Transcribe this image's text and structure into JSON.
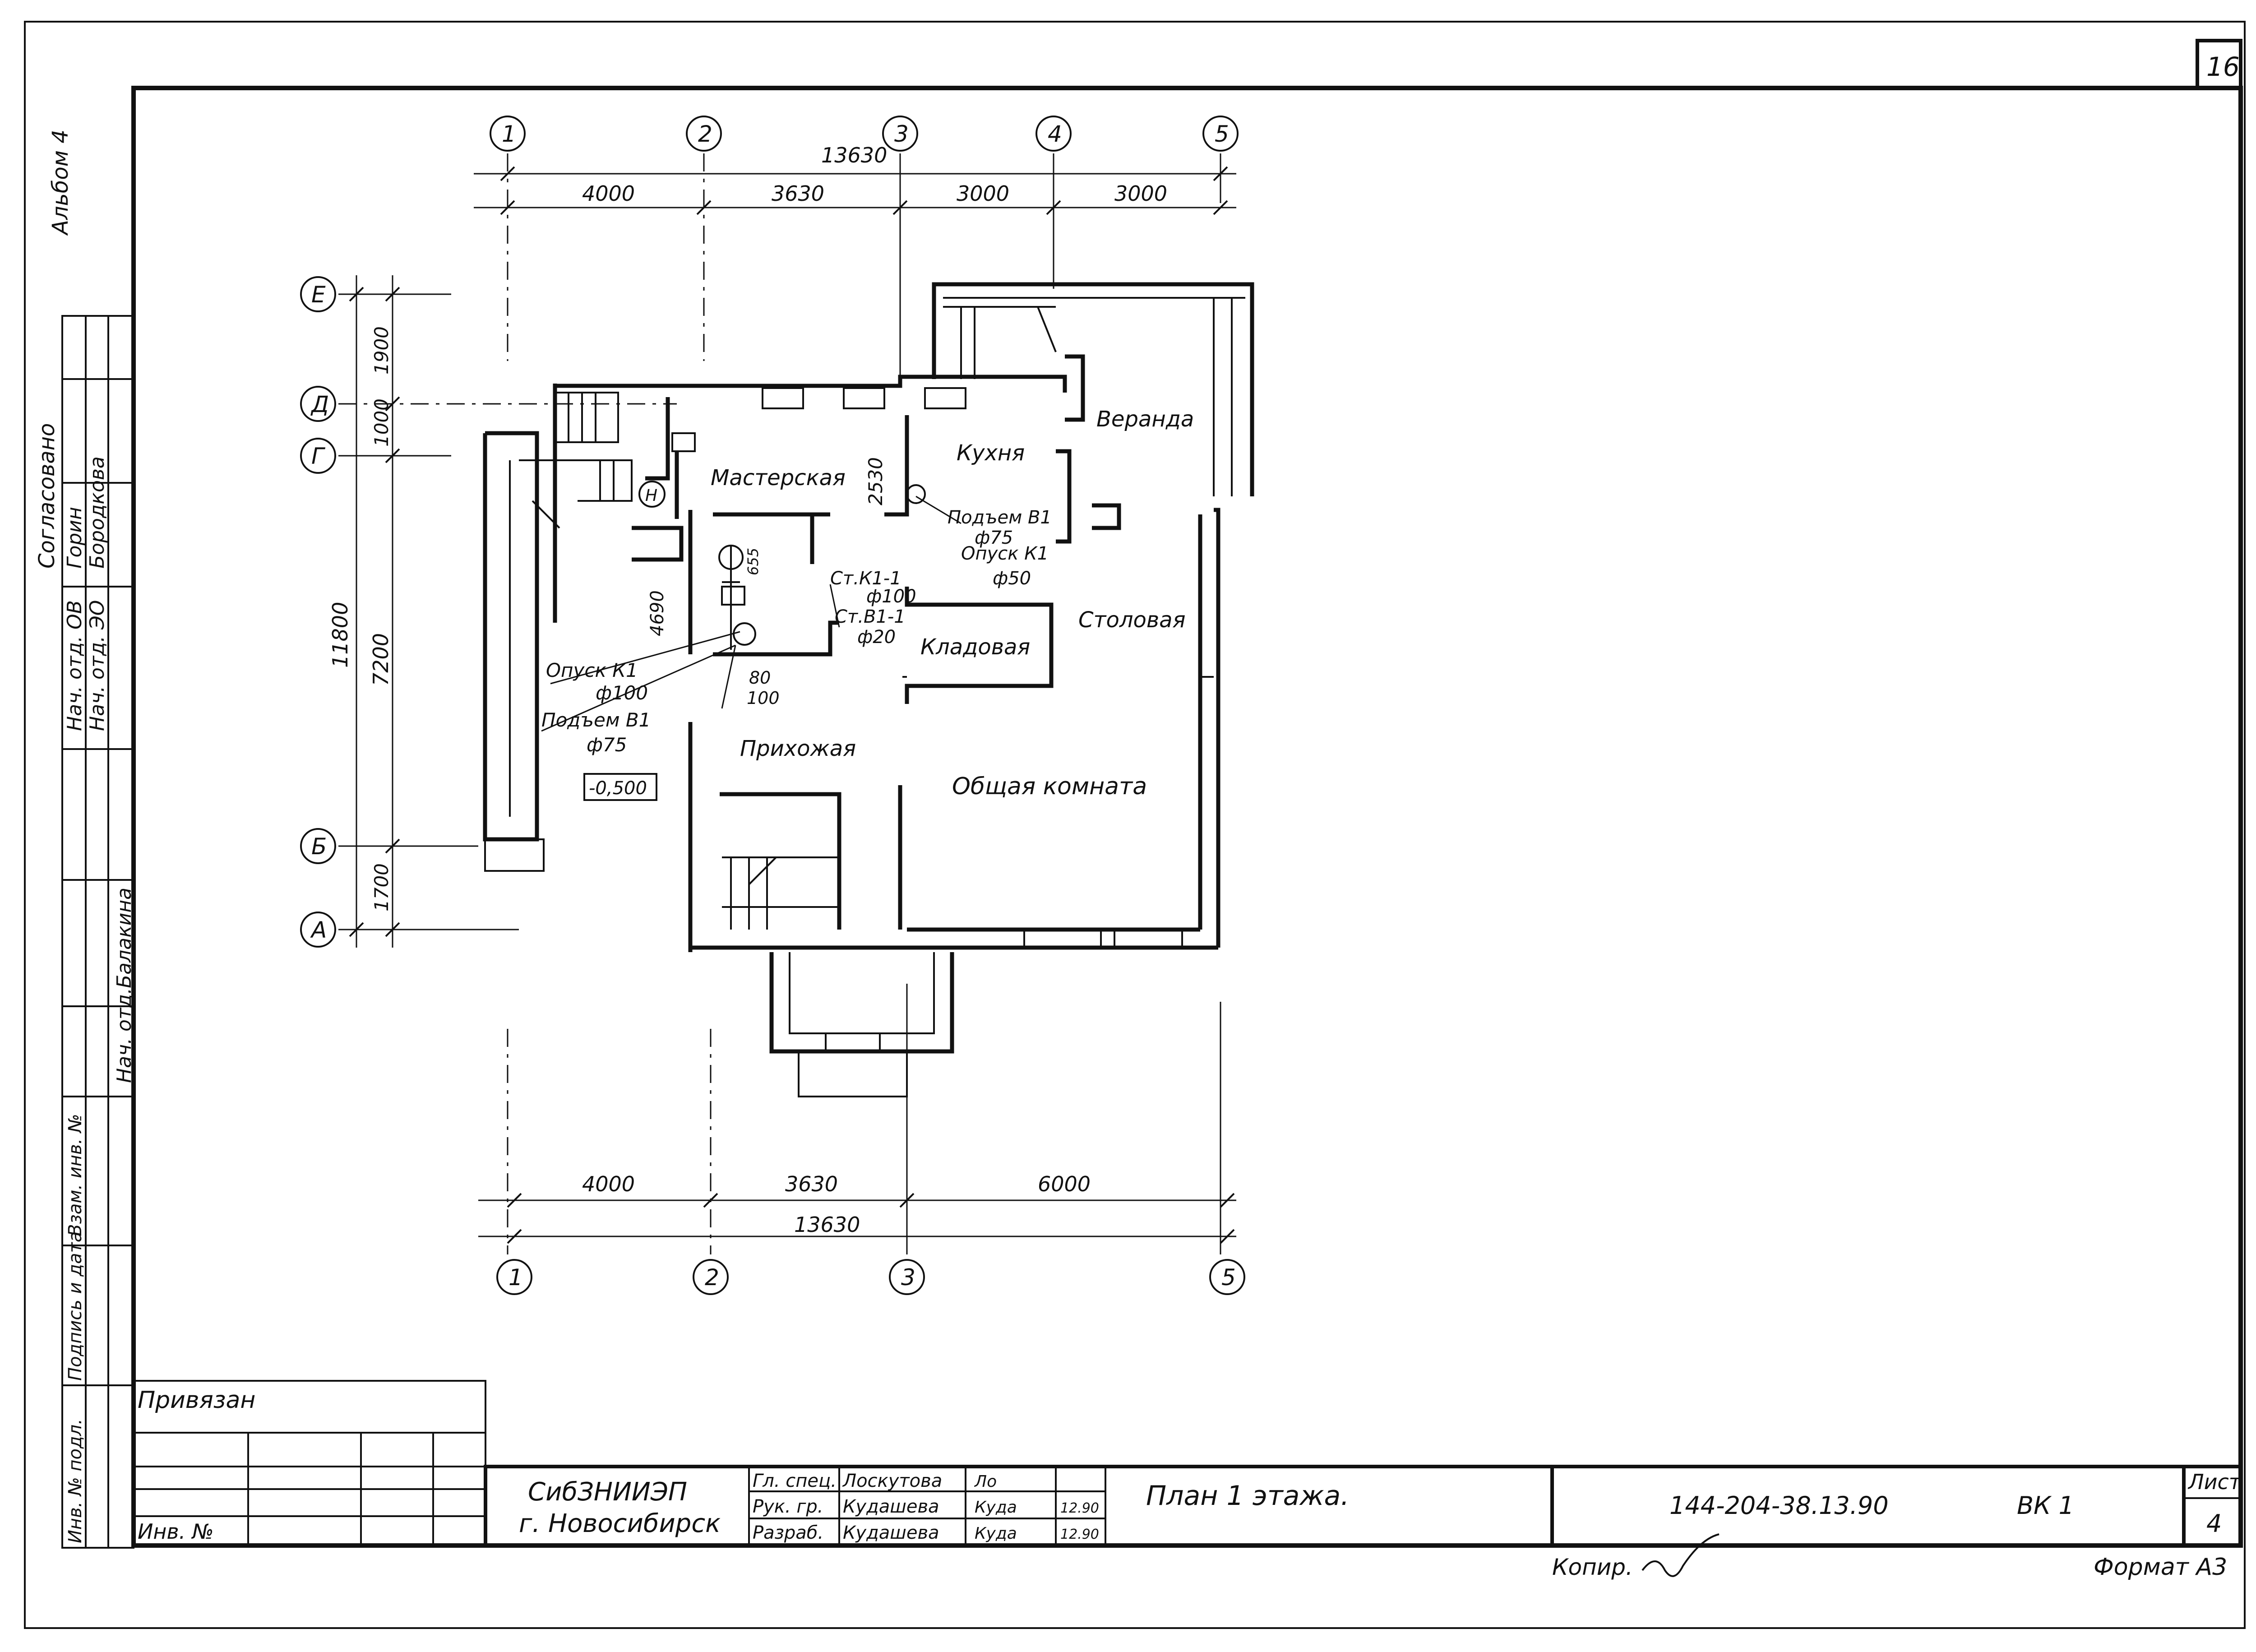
{
  "sheet": {
    "page_number": "16",
    "album_label": "Альбом 4",
    "format_label": "Формат А3",
    "copy_label": "Копир."
  },
  "side_stamp": {
    "agreed": "Согласовано",
    "rows": [
      {
        "role": "Нач. отд. ОВ",
        "name": "Горин"
      },
      {
        "role": "Нач. отд. ЭО",
        "name": "Бородкова"
      },
      {
        "role": "Нач. отд.",
        "name": "Балакина"
      }
    ],
    "columns": [
      "Инв. № подл.",
      "Подпись и дата",
      "Взам. инв. №"
    ]
  },
  "plan": {
    "axes_top": [
      "1",
      "2",
      "3",
      "4",
      "5"
    ],
    "axes_bottom": [
      "1",
      "2",
      "3",
      "5"
    ],
    "axes_left": [
      "Е",
      "Д",
      "Г",
      "Б",
      "А"
    ],
    "dims_top_total": "13630",
    "dims_top": [
      "4000",
      "3630",
      "3000",
      "3000"
    ],
    "dims_bottom": [
      "4000",
      "3630",
      "6000"
    ],
    "dims_bottom_total": "13630",
    "dims_left": [
      "1900",
      "1000",
      "7200",
      "1700"
    ],
    "dims_left_total": "11800",
    "level_mark": "-0,500",
    "rooms": {
      "workshop": "Мастерская",
      "kitchen": "Кухня",
      "veranda": "Веранда",
      "dining": "Столовая",
      "pantry": "Кладовая",
      "hall": "Прихожая",
      "living": "Общая комната"
    },
    "pipes": {
      "kitchen_up": "Подъем В1",
      "kitchen_up_d": "ф75",
      "kitchen_down": "Опуск К1",
      "kitchen_down_d": "ф50",
      "riser_k1": "Ст.К1-1",
      "riser_k1_d": "ф100",
      "riser_b1": "Ст.В1-1",
      "riser_b1_d": "ф20",
      "down_k1": "Опуск К1",
      "down_k1_d": "ф100",
      "up_b1": "Подъем В1",
      "up_b1_d": "ф75",
      "inner_dim_1": "2530",
      "inner_dim_2": "4690",
      "inner_dim_3": "655",
      "inner_dim_4": "80",
      "inner_dim_5": "100",
      "marker": "Н"
    }
  },
  "title_block": {
    "linked": "Привязан",
    "inv": "Инв. №",
    "org_line1": "СибЗНИИЭП",
    "org_line2": "г. Новосибирск",
    "staff": [
      {
        "role": "Гл. спец.",
        "name": "Лоскутова",
        "sign": "Ло",
        "date": ""
      },
      {
        "role": "Рук. гр.",
        "name": "Кудашева",
        "sign": "Куда",
        "date": "12.90"
      },
      {
        "role": "Разраб.",
        "name": "Кудашева",
        "sign": "Куда",
        "date": "12.90"
      }
    ],
    "sheet_title": "План 1 этажа.",
    "doc_code": "144-204-38.13.90",
    "section_code": "ВК 1",
    "list_label": "Лист",
    "list_number": "4"
  }
}
